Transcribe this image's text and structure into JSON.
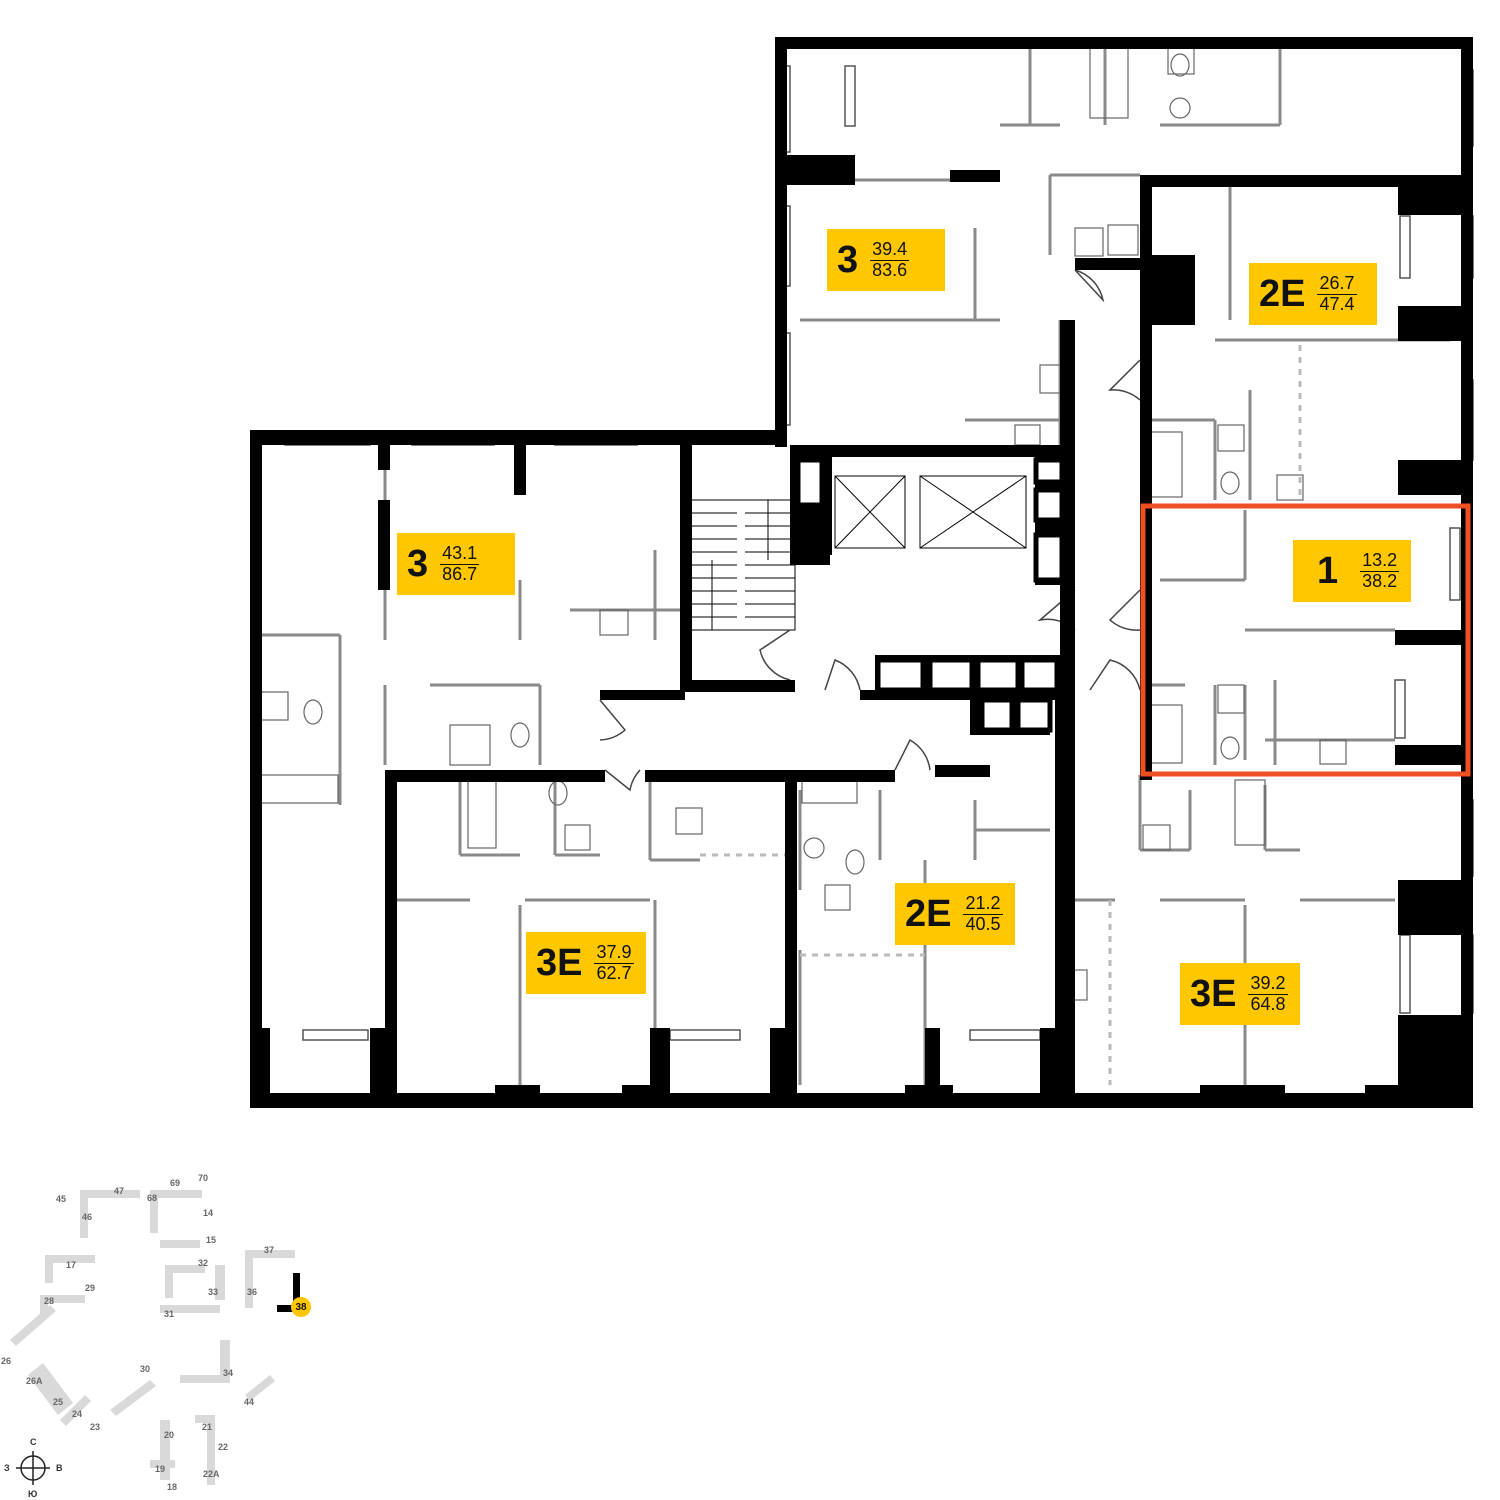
{
  "units": [
    {
      "rooms": "3",
      "living": "39.4",
      "total": "83.6",
      "selected": false
    },
    {
      "rooms": "2E",
      "living": "26.7",
      "total": "47.4",
      "selected": false
    },
    {
      "rooms": "3",
      "living": "43.1",
      "total": "86.7",
      "selected": false
    },
    {
      "rooms": "1",
      "living": "13.2",
      "total": "38.2",
      "selected": true
    },
    {
      "rooms": "2E",
      "living": "21.2",
      "total": "40.5",
      "selected": false
    },
    {
      "rooms": "3E",
      "living": "37.9",
      "total": "62.7",
      "selected": false
    },
    {
      "rooms": "3E",
      "living": "39.2",
      "total": "64.8",
      "selected": false
    }
  ],
  "colors": {
    "label": "#FFC700",
    "wall": "#000000",
    "partition": "#8a8a8a",
    "highlight": "#F04E23",
    "map_building": "#d9d9d9"
  },
  "site_map": {
    "buildings": [
      "45",
      "47",
      "68",
      "69",
      "70",
      "46",
      "14",
      "15",
      "17",
      "29",
      "32",
      "37",
      "28",
      "33",
      "36",
      "31",
      "26",
      "30",
      "34",
      "26A",
      "25",
      "24",
      "23",
      "44",
      "20",
      "21",
      "22",
      "19",
      "18",
      "22A"
    ],
    "current": "38"
  },
  "compass": {
    "north": "С",
    "south": "Ю",
    "west": "З",
    "east": "В"
  }
}
